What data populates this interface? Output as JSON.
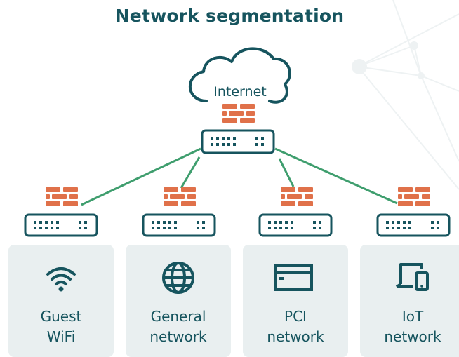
{
  "title": "Network segmentation",
  "internet_label": "Internet",
  "colors": {
    "brand": "#16545e",
    "firewall": "#e0714a",
    "link": "#3f9e6e",
    "card_bg": "#e9eff0"
  },
  "segments": [
    {
      "line1": "Guest",
      "line2": "WiFi",
      "icon": "wifi-icon"
    },
    {
      "line1": "General",
      "line2": "network",
      "icon": "globe-icon"
    },
    {
      "line1": "PCI",
      "line2": "network",
      "icon": "payment-card-icon"
    },
    {
      "line1": "IoT",
      "line2": "network",
      "icon": "devices-icon"
    }
  ]
}
